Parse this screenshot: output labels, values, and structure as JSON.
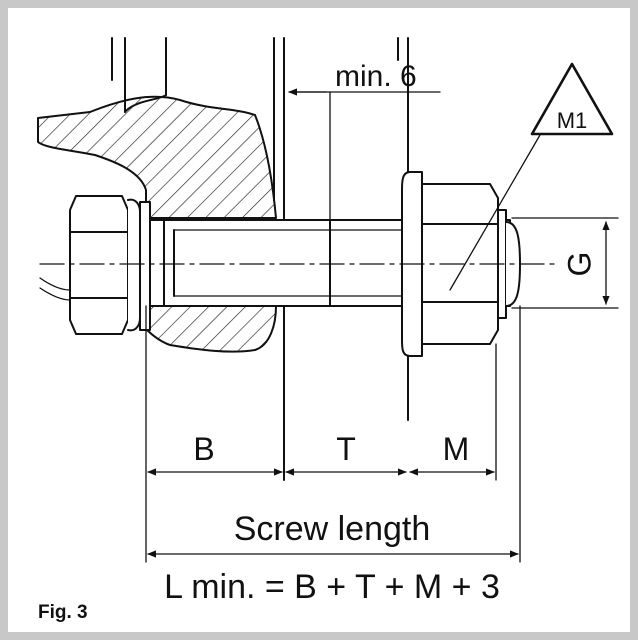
{
  "figure": {
    "label": "Fig. 3",
    "dimensions": {
      "min6": "min. 6",
      "warning_mark": "M1",
      "g": "G",
      "b": "B",
      "t": "T",
      "m": "M"
    },
    "screw_length_label": "Screw length",
    "formula": "L min. = B + T + M + 3"
  }
}
